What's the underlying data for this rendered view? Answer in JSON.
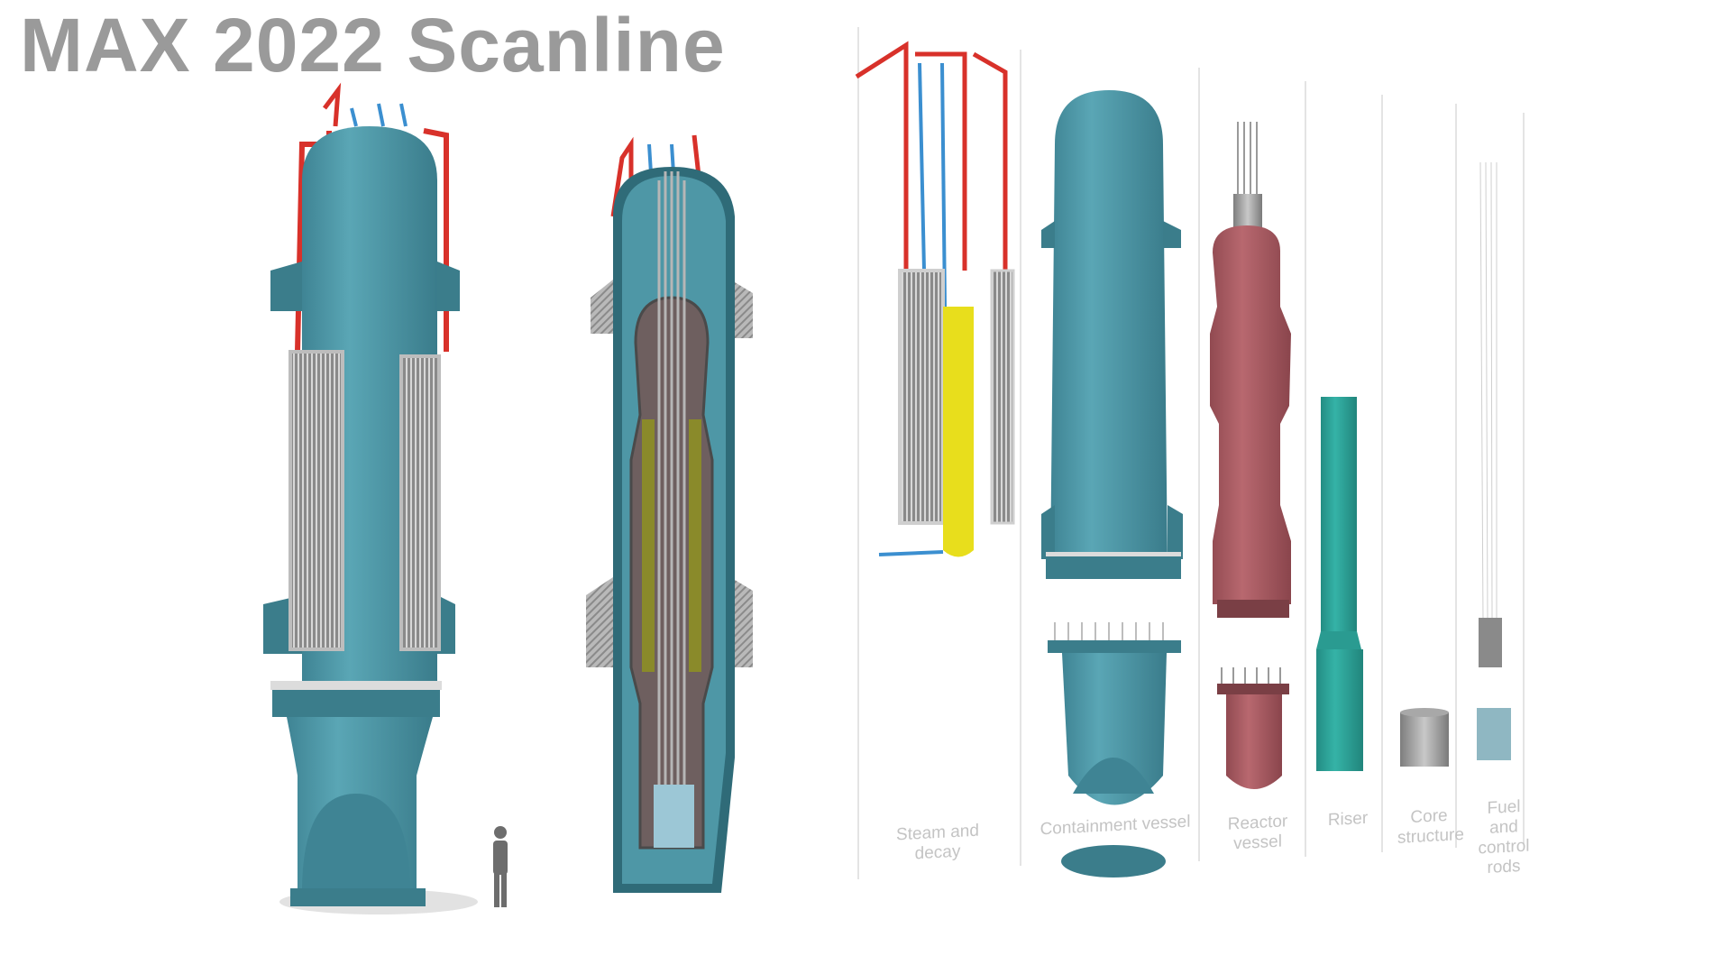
{
  "title": "MAX 2022 Scanline",
  "labels": {
    "steam": "Steam and decay",
    "containment": "Containment vessel",
    "reactor": "Reactor vessel",
    "riser": "Riser",
    "core": "Core structure",
    "fuel": "Fuel and control rods"
  },
  "colors": {
    "teal": "#4e97a6",
    "teal_dark": "#3b7d8b",
    "red_pipe": "#d8312a",
    "blue_pipe": "#3b8fd0",
    "maroon": "#a85c63",
    "yellow": "#e8de1c",
    "green": "#2ea59a",
    "steel": "#9a9a9a",
    "title": "#9a9a9a"
  }
}
